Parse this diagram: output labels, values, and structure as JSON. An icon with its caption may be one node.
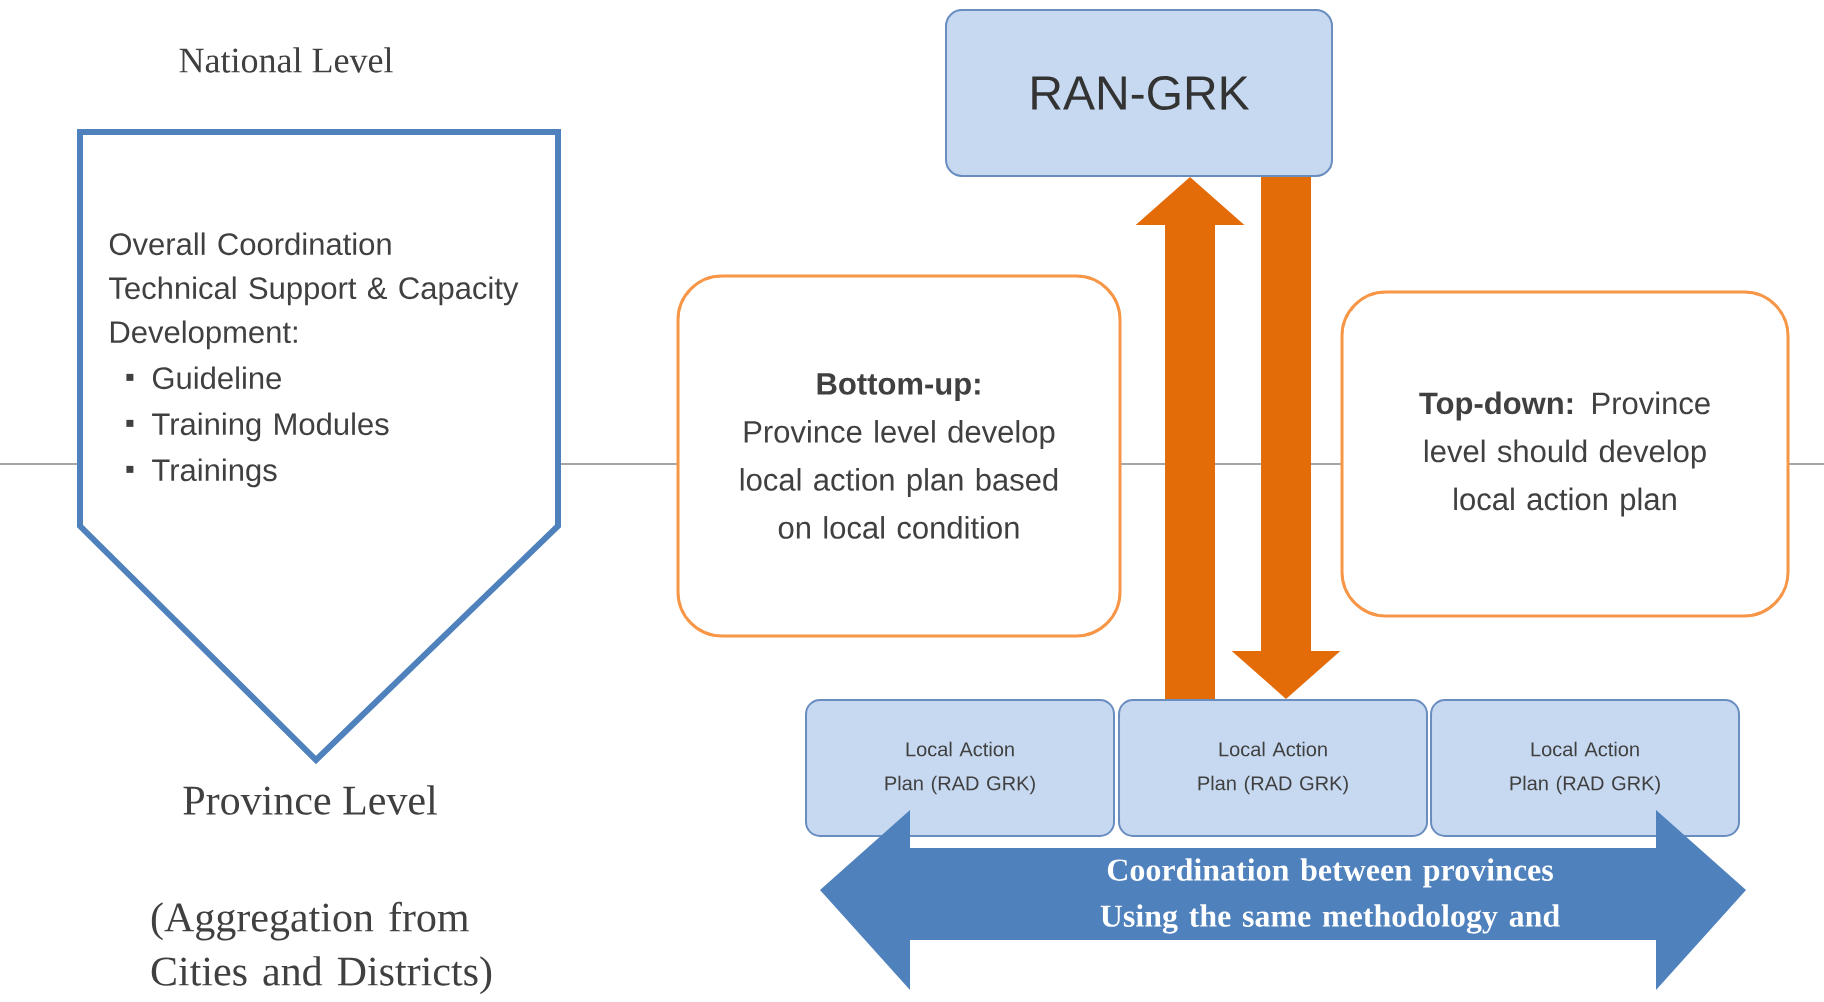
{
  "diagram": {
    "nodes": [
      {
        "text": [
          "Overall Coordination Technical Support & Capacity Development:",
          "Guideline",
          "Training Modules",
          "Trainings"
        ]
      },
      {
        "text": [
          "RAN-GRK"
        ]
      },
      {
        "text": [
          "Bottom-up:",
          "Province level develop local action plan based on local condition"
        ]
      },
      {
        "text": [
          "**Top-down:** Province level should develop local action plan"
        ]
      },
      {
        "text": [
          "Local Action Plan (RAD GRK)"
        ]
      },
      {
        "text": [
          "Local Action Plan (RAD GRK)"
        ]
      },
      {
        "text": [
          "Local Action Plan (RAD GRK)"
        ]
      },
      {
        "text": [
          "Coordination between provinces Using the same methodology and"
        ]
      }
    ],
    "edges": [
      {
        "from": 5,
        "to": 1,
        "arrow": "to"
      },
      {
        "from": 1,
        "to": 5,
        "arrow": "to"
      }
    ],
    "labels": [
      "National Level",
      "Province Level",
      "(Aggregation from Cities and Districts)"
    ]
  }
}
